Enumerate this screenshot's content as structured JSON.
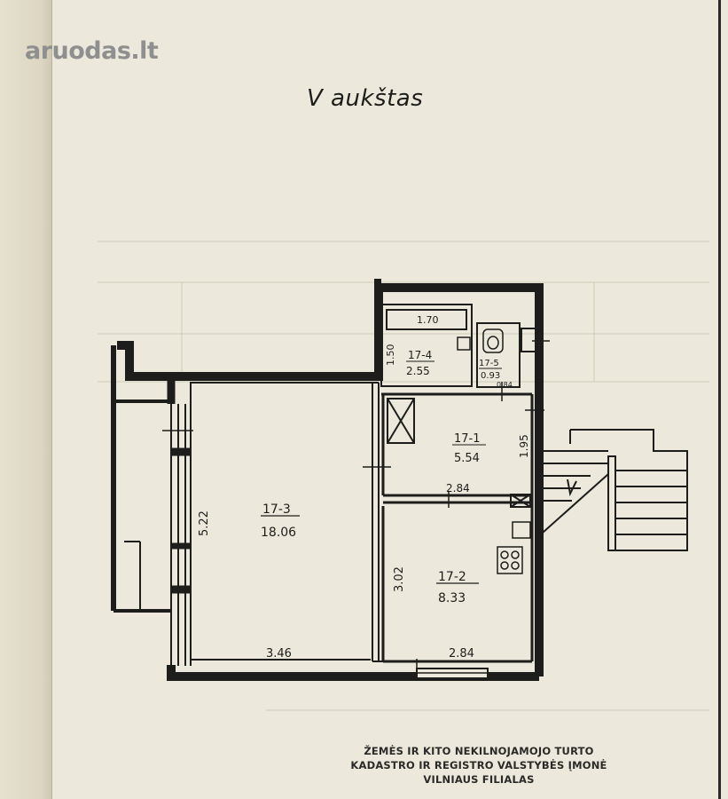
{
  "watermark": "aruodas.lt",
  "floor_title": "V aukštas",
  "rooms": [
    {
      "id": "17-1",
      "area": "5.54"
    },
    {
      "id": "17-2",
      "area": "8.33"
    },
    {
      "id": "17-3",
      "area": "18.06"
    },
    {
      "id": "17-4",
      "area": "2.55"
    },
    {
      "id": "17-5",
      "area": "0.93"
    }
  ],
  "dimensions": {
    "d_1_70": "1.70",
    "d_1_50": "1.50",
    "d_1_95": "1.95",
    "d_2_84_top": "2.84",
    "d_5_22": "5.22",
    "d_3_02": "3.02",
    "d_3_46": "3.46",
    "d_2_84_bottom": "2.84",
    "d_0_84": "0.84"
  },
  "stamp": {
    "line1": "ŽEMĖS IR KITO NEKILNOJAMOJO TURTO",
    "line2": "KADASTRO IR REGISTRO VALSTYBĖS ĮMONĖ",
    "line3": "VILNIAUS FILIALAS"
  }
}
